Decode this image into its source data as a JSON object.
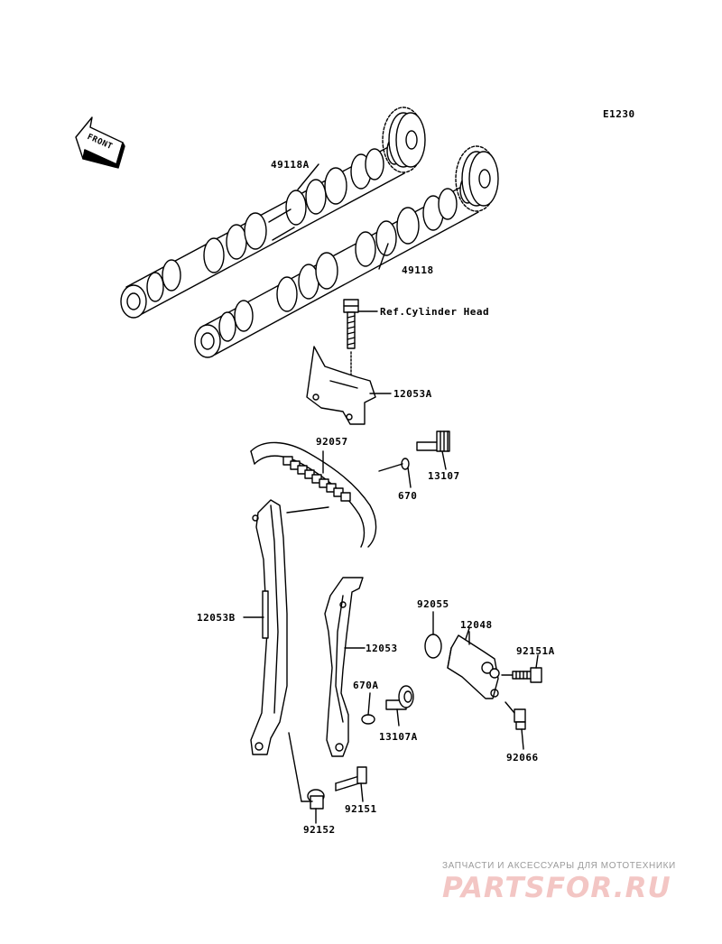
{
  "diagram": {
    "code": "E1230",
    "front_marker": "FRONT",
    "parts": [
      {
        "id": "p-49118A",
        "label": "49118A"
      },
      {
        "id": "p-49118",
        "label": "49118"
      },
      {
        "id": "p-refcyl",
        "label": "Ref.Cylinder Head"
      },
      {
        "id": "p-12053A",
        "label": "12053A"
      },
      {
        "id": "p-92057",
        "label": "92057"
      },
      {
        "id": "p-13107",
        "label": "13107"
      },
      {
        "id": "p-670",
        "label": "670"
      },
      {
        "id": "p-92055",
        "label": "92055"
      },
      {
        "id": "p-12048",
        "label": "12048"
      },
      {
        "id": "p-92151A",
        "label": "92151A"
      },
      {
        "id": "p-12053B",
        "label": "12053B"
      },
      {
        "id": "p-12053",
        "label": "12053"
      },
      {
        "id": "p-670A",
        "label": "670A"
      },
      {
        "id": "p-13107A",
        "label": "13107A"
      },
      {
        "id": "p-92066",
        "label": "92066"
      },
      {
        "id": "p-92151",
        "label": "92151"
      },
      {
        "id": "p-92152",
        "label": "92152"
      }
    ]
  },
  "watermark": {
    "tagline": "ЗАПЧАСТИ И АКСЕССУАРЫ ДЛЯ МОТОТЕХНИКИ",
    "logo": "PARTSFOR.RU",
    "color": "#f3c6c4"
  }
}
